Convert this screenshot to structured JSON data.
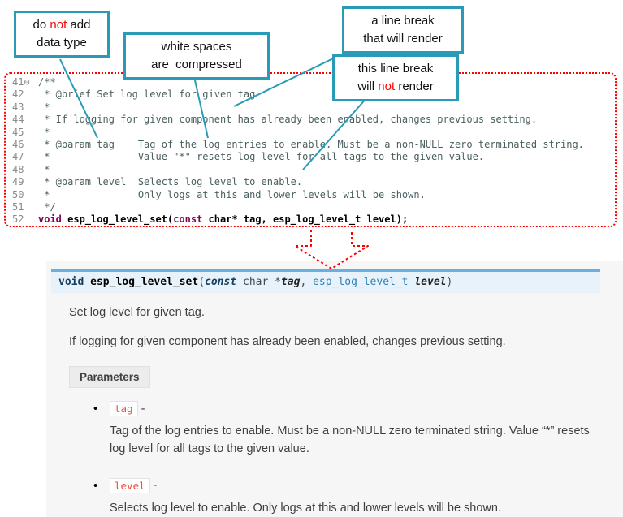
{
  "colors": {
    "callout_border": "#2a9bb7",
    "highlight_red": "#ff0000",
    "code_dotted_border": "#ff0000",
    "signature_top_border": "#6ab0de",
    "signature_background": "#e7f2fa",
    "param_literal_red": "#e74c3c"
  },
  "callouts": {
    "c1": {
      "line1_pre": "do ",
      "line1_em": "not",
      "line1_post": " add",
      "line2": "data type"
    },
    "c2": {
      "line1": "white spaces",
      "line2": "are  compressed"
    },
    "c3": {
      "line1": "a line break",
      "line2": "that will render"
    },
    "c4": {
      "line1": "this line break",
      "line2_pre": "will ",
      "line2_em": "not",
      "line2_post": " render"
    }
  },
  "code": {
    "lines": [
      {
        "num": "41⊖",
        "text": "/**"
      },
      {
        "num": "42",
        "text": " * @brief Set log level for given tag"
      },
      {
        "num": "43",
        "text": " *"
      },
      {
        "num": "44",
        "text": " * If logging for given component has already been enabled, changes previous setting."
      },
      {
        "num": "45",
        "text": " *"
      },
      {
        "num": "46",
        "text": " * @param tag    Tag of the log entries to enable. Must be a non-NULL zero terminated string."
      },
      {
        "num": "47",
        "text": " *               Value \"*\" resets log level for all tags to the given value."
      },
      {
        "num": "48",
        "text": " *"
      },
      {
        "num": "49",
        "text": " * @param level  Selects log level to enable."
      },
      {
        "num": "50",
        "text": " *               Only logs at this and lower levels will be shown."
      },
      {
        "num": "51",
        "text": " */"
      }
    ],
    "line52": {
      "num": "52",
      "kw1": "void",
      "fn": " esp_log_level_set(",
      "kw2": "const",
      "rest": " char* tag, esp_log_level_t level);"
    }
  },
  "docs": {
    "signature": {
      "ret": "void",
      "name": " esp_log_level_set",
      "open": "(",
      "kw_const": "const",
      "type1": "  char *",
      "arg1": "tag",
      "sep": ", ",
      "type2": "esp_log_level_t ",
      "arg2": "level",
      "close": ")"
    },
    "p1": "Set log level for given tag.",
    "p2": "If logging for given component has already been enabled, changes previous setting.",
    "params_label": "Parameters",
    "items": [
      {
        "code": "tag",
        "dash": " - ",
        "desc": "Tag of the log entries to enable. Must be a non-NULL zero terminated string. Value “*” resets log level for all tags to the given value."
      },
      {
        "code": "level",
        "dash": " - ",
        "desc": "Selects log level to enable. Only logs at this and lower levels will be shown."
      }
    ]
  }
}
